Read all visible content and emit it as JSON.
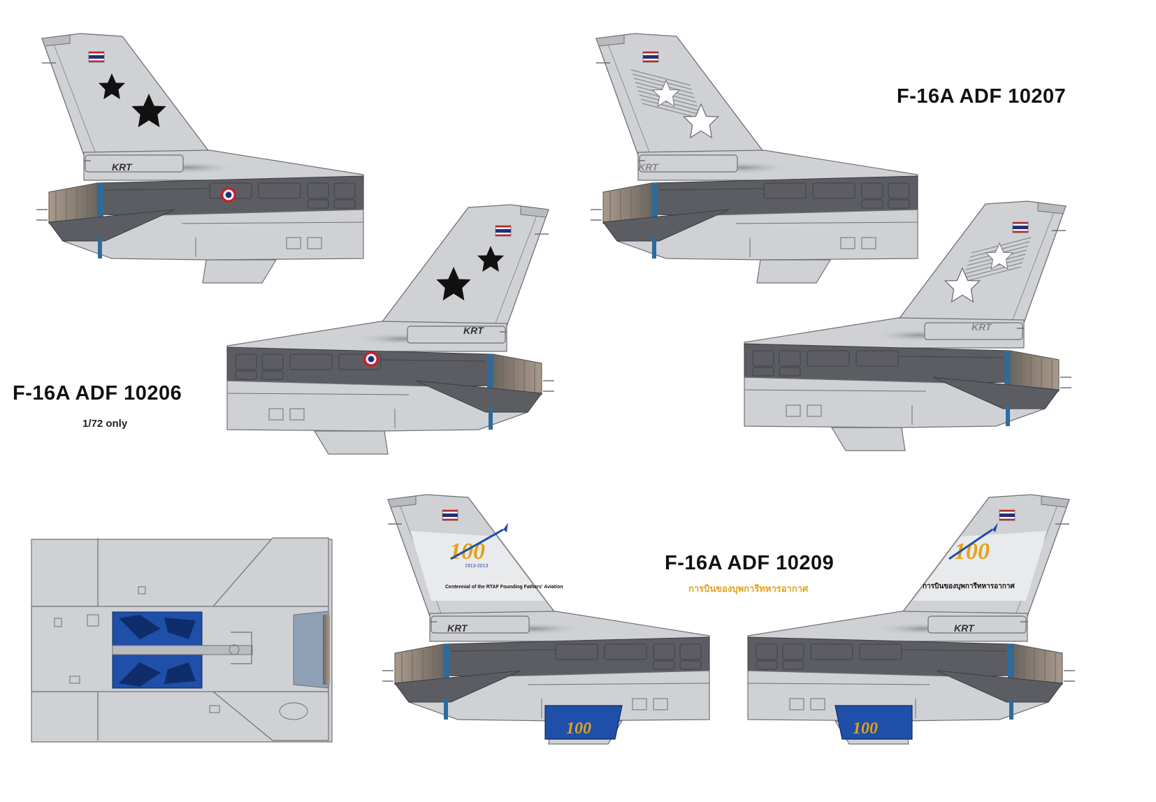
{
  "sheet": {
    "aircraft": [
      {
        "title": "F-16A ADF 10206",
        "note": "1/72 only",
        "tail_code": "KRT"
      },
      {
        "title": "F-16A ADF 10207",
        "tail_code": "KRT"
      },
      {
        "title": "F-16A ADF 10209",
        "subtitle_thai": "การบินของบุพการีทหารอากาศ",
        "tail_code": "KRT",
        "fin_banner": "Centennial of the RTAF Founding Fathers' Aviation",
        "fin_banner_thai": "การบินของบุพการีทหารอากาศ",
        "emblem_number": "100",
        "emblem_years": "1913-2013"
      }
    ]
  },
  "colors": {
    "light_grey": "#cfd1d4",
    "dark_grey": "#5c5d62",
    "panel_line": "#6e7075",
    "insignia_red": "#c8202a",
    "insignia_blue": "#1f2f7a",
    "anniversary_blue": "#1f4fa8",
    "anniversary_gold": "#e2a21c"
  },
  "icons": [
    "thai-flag-icon",
    "roundel-icon",
    "black-star-icon",
    "white-star-icon",
    "centennial-emblem-icon"
  ]
}
